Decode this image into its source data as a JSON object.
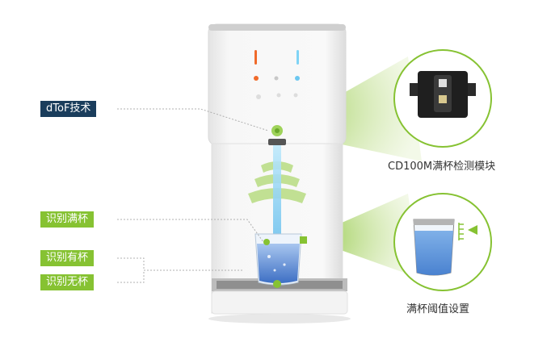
{
  "labels": {
    "dtof": "dToF技术",
    "full_cup": "识别满杯",
    "has_cup": "识别有杯",
    "no_cup": "识别无杯"
  },
  "captions": {
    "module": "CD100M满杯检测模块",
    "threshold": "满杯阈值设置"
  },
  "colors": {
    "navy": "#1a3d5c",
    "green": "#86c232",
    "light_green": "#c8e29a",
    "beam_blue": "#8fd3f2",
    "water_blue": "#5f8fd6"
  },
  "icons": [
    "dispenser",
    "sensor-module",
    "cup-level-gauge",
    "water-beam"
  ]
}
